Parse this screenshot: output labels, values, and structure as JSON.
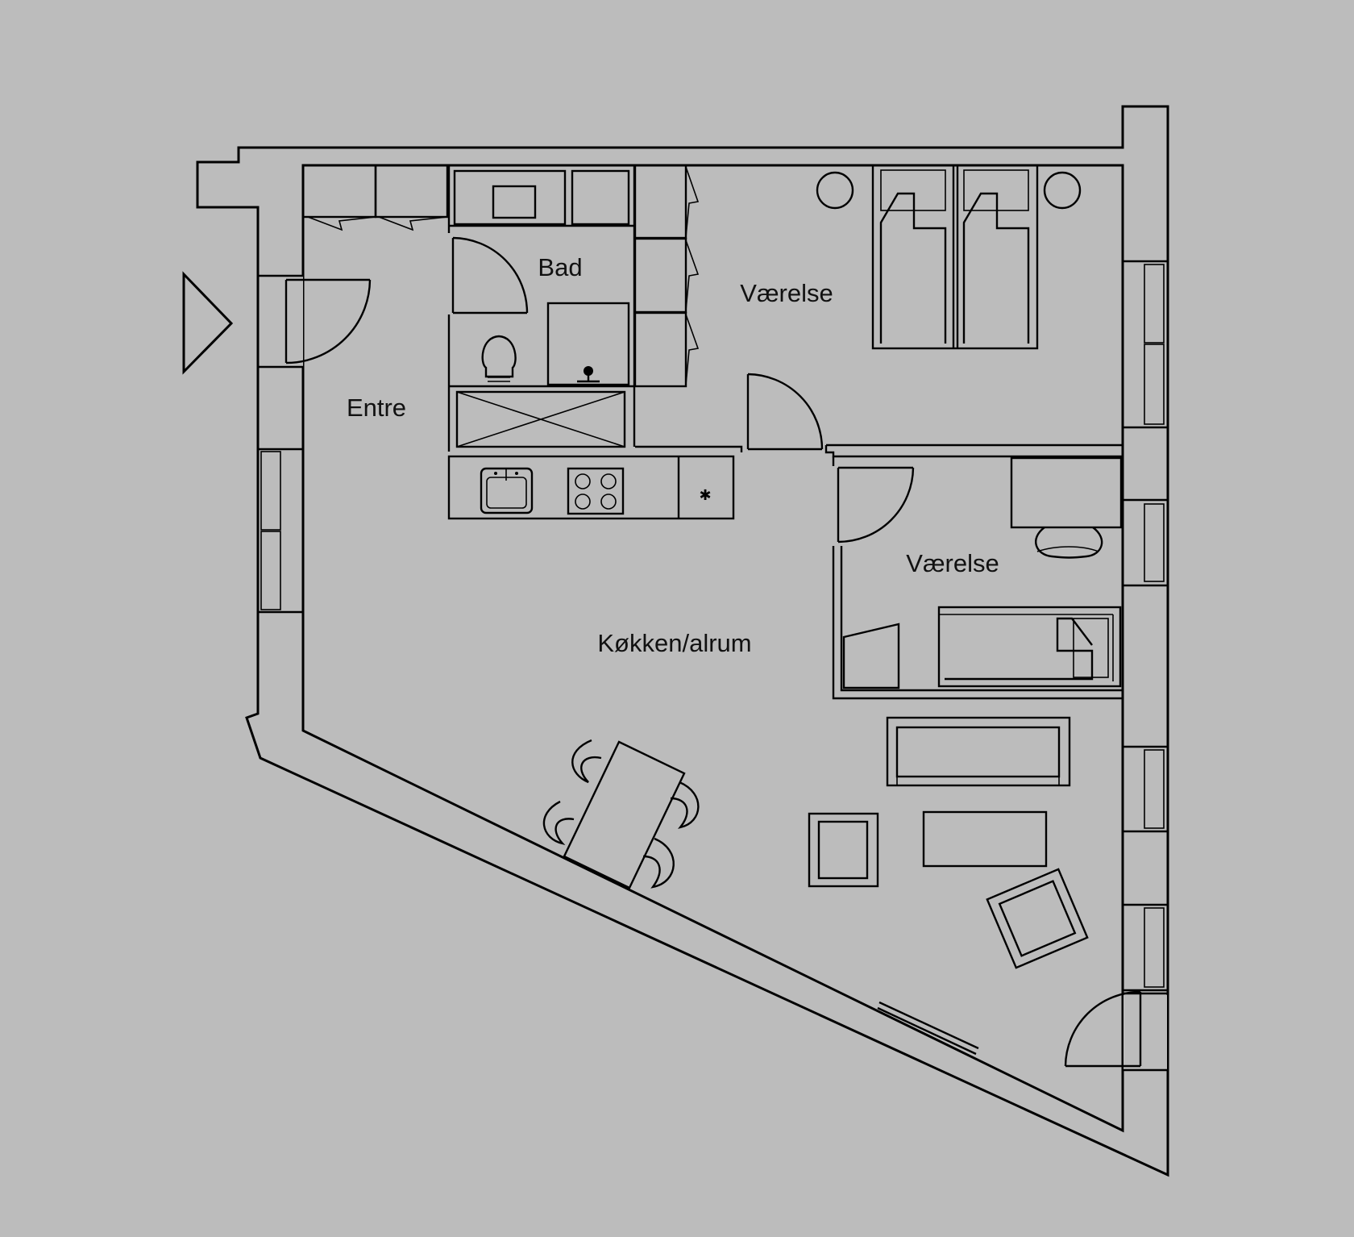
{
  "plan": {
    "background_color": "#bcbcbc",
    "line_color": "#000000",
    "entrance_marker_icon": "entrance-arrow-icon",
    "rooms": {
      "entre": "Entre",
      "bad": "Bad",
      "vaerelse_large": "Værelse",
      "vaerelse_small": "Værelse",
      "kokken_alrum": "Køkken/alrum"
    }
  }
}
